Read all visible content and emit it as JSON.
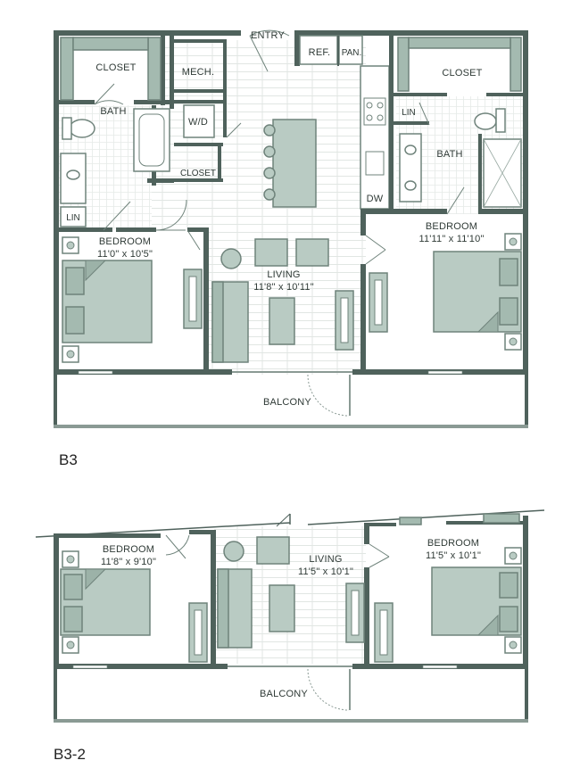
{
  "plans": [
    {
      "name": "B3",
      "labels": {
        "entry": "ENTRY",
        "mech": "MECH.",
        "ref": "REF.",
        "pan": "PAN.",
        "closet_left": "CLOSET",
        "closet_right": "CLOSET",
        "closet_small": "CLOSET",
        "bath_left": "BATH",
        "bath_right": "BATH",
        "wd": "W/D",
        "lin_left": "LIN",
        "lin_right": "LIN",
        "dw": "DW",
        "bedroom_left": "BEDROOM",
        "bedroom_left_dim": "11'0\" x 10'5\"",
        "bedroom_right": "BEDROOM",
        "bedroom_right_dim": "11'11\" x 11'10\"",
        "living": "LIVING",
        "living_dim": "11'8\" x 10'11\"",
        "balcony": "BALCONY"
      }
    },
    {
      "name": "B3-2",
      "labels": {
        "bedroom_left": "BEDROOM",
        "bedroom_left_dim": "11'8\" x 9'10\"",
        "bedroom_right": "BEDROOM",
        "bedroom_right_dim": "11'5\" x 10'1\"",
        "living": "LIVING",
        "living_dim": "11'5\" x 10'1\"",
        "balcony": "BALCONY"
      }
    }
  ],
  "colors": {
    "wall": "#4f625c",
    "furniture": "#b9cbc3",
    "floor_lines": "#dfe5e2"
  }
}
